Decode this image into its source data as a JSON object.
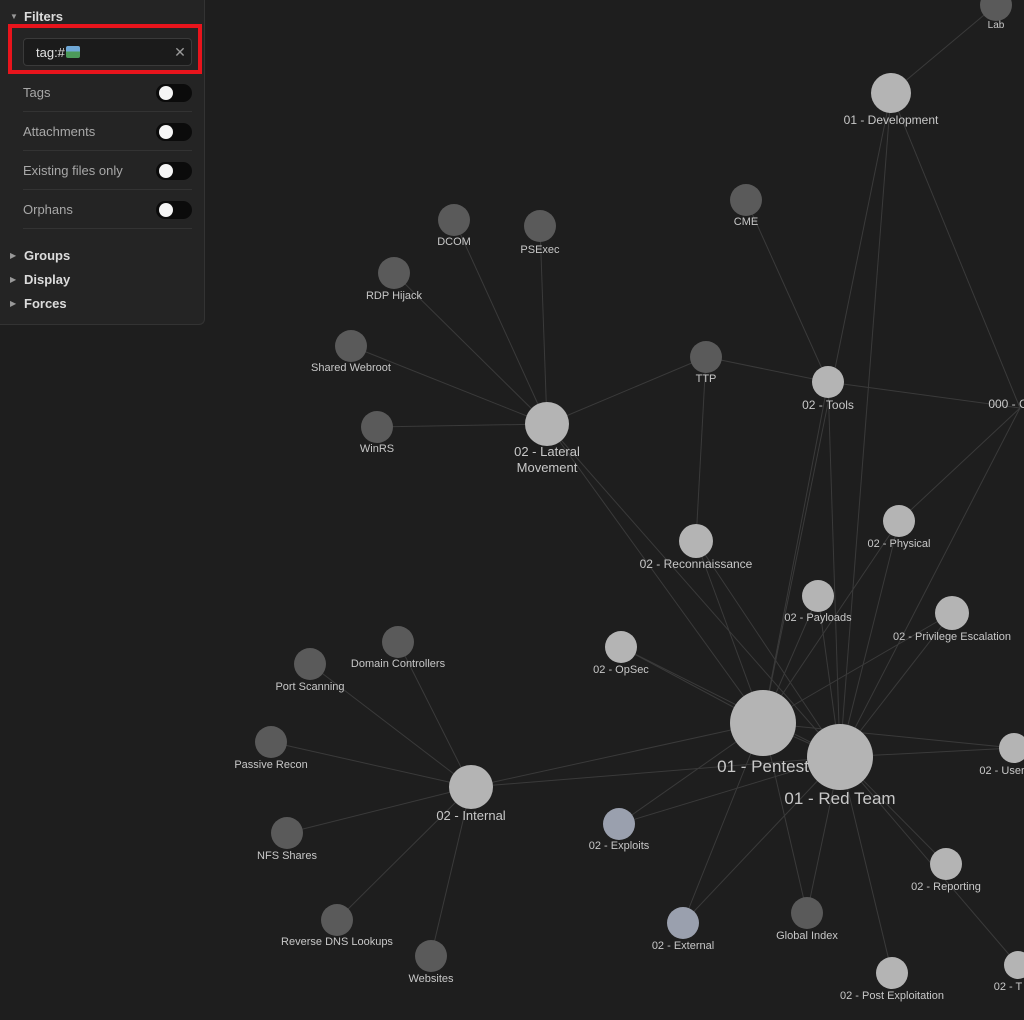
{
  "filters_panel": {
    "title": "Filters",
    "search": {
      "value": "tag:#",
      "emoji_icon": "map-emoji"
    },
    "options": [
      {
        "label": "Tags",
        "enabled": false
      },
      {
        "label": "Attachments",
        "enabled": false
      },
      {
        "label": "Existing files only",
        "enabled": false
      },
      {
        "label": "Orphans",
        "enabled": false
      }
    ],
    "sections": [
      "Groups",
      "Display",
      "Forces"
    ],
    "highlight_color": "#e8141c"
  },
  "graph": {
    "background": "#1e1e1e",
    "node_colors": {
      "bright": "#b4b4b4",
      "dim": "#5a5a5a",
      "tinted": "#9aa0ae"
    },
    "nodes": [
      {
        "label": "Lab"
      },
      {
        "label": "01 - Development"
      },
      {
        "label": "CME"
      },
      {
        "label": "DCOM"
      },
      {
        "label": "PSExec"
      },
      {
        "label": "RDP Hijack"
      },
      {
        "label": "Shared Webroot"
      },
      {
        "label": "WinRS"
      },
      {
        "label": "02 - Lateral Movement"
      },
      {
        "label": "TTP"
      },
      {
        "label": "02 - Tools"
      },
      {
        "label": "000 - C"
      },
      {
        "label": "02 - Physical"
      },
      {
        "label": "02 - Reconnaissance"
      },
      {
        "label": "02 - Payloads"
      },
      {
        "label": "02 - Privilege Escalation"
      },
      {
        "label": "Domain Controllers"
      },
      {
        "label": "Port Scanning"
      },
      {
        "label": "02 - OpSec"
      },
      {
        "label": "01 - Pentest"
      },
      {
        "label": "01 - Red Team"
      },
      {
        "label": "Passive Recon"
      },
      {
        "label": "02 - Internal"
      },
      {
        "label": "02 - User"
      },
      {
        "label": "NFS Shares"
      },
      {
        "label": "02 - Exploits"
      },
      {
        "label": "02 - Reporting"
      },
      {
        "label": "Reverse DNS Lookups"
      },
      {
        "label": "Global Index"
      },
      {
        "label": "02 - External"
      },
      {
        "label": "Websites"
      },
      {
        "label": "02 - Post Exploitation"
      },
      {
        "label": "02 - T"
      }
    ]
  }
}
